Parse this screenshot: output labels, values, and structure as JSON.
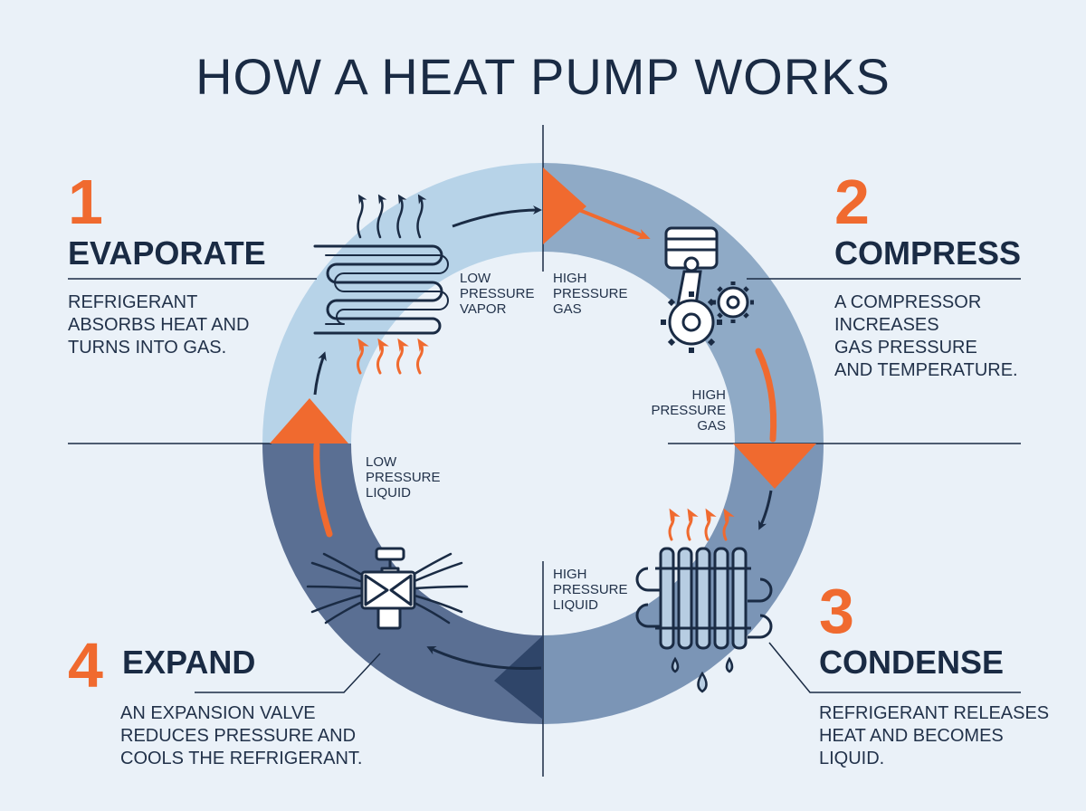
{
  "title": "HOW A HEAT PUMP WORKS",
  "steps": [
    {
      "number": "1",
      "heading": "EVAPORATE",
      "lines": [
        "REFRIGERANT",
        "ABSORBS HEAT AND",
        "TURNS INTO GAS."
      ]
    },
    {
      "number": "2",
      "heading": "COMPRESS",
      "lines": [
        "A COMPRESSOR",
        "INCREASES",
        "GAS PRESSURE",
        "AND TEMPERATURE."
      ]
    },
    {
      "number": "3",
      "heading": "CONDENSE",
      "lines": [
        "REFRIGERANT RELEASES",
        "HEAT AND BECOMES",
        "LIQUID."
      ]
    },
    {
      "number": "4",
      "heading": "EXPAND",
      "lines": [
        "AN EXPANSION VALVE",
        "REDUCES PRESSURE AND",
        "COOLS THE REFRIGERANT."
      ]
    }
  ],
  "state_labels": {
    "top_left": [
      "LOW",
      "PRESSURE",
      "VAPOR"
    ],
    "top_right": [
      "HIGH",
      "PRESSURE",
      "GAS"
    ],
    "right_mid": [
      "HIGH",
      "PRESSURE",
      "GAS"
    ],
    "left_mid": [
      "LOW",
      "PRESSURE",
      "LIQUID"
    ],
    "bottom_center": [
      "HIGH",
      "PRESSURE",
      "LIQUID"
    ]
  },
  "colors": {
    "accent": "#f06a2f",
    "ink": "#1a2b44",
    "background": "#eaf1f8",
    "ring_evaporate": "#b7d3e8",
    "ring_compress": "#8faac6",
    "ring_condense": "#7b95b6",
    "ring_expand": "#5a6f93"
  },
  "icons": {
    "evaporate": "evaporator-coil-icon",
    "compress": "compressor-piston-gear-icon",
    "condense": "condenser-radiator-icon",
    "expand": "expansion-valve-icon"
  }
}
